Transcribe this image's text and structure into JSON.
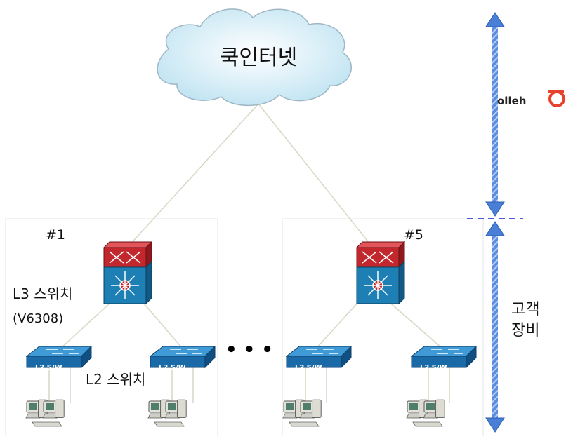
{
  "cloud": {
    "label": "쿡인터넷"
  },
  "brand": {
    "text": "olleh",
    "color": "#e8412c"
  },
  "sites": [
    {
      "id": "#1",
      "l3_label": "L3 스위치",
      "l3_model": "(V6308)",
      "l2_label": "L2 스위치"
    },
    {
      "id": "#5"
    }
  ],
  "l2_switch_text": "L2 S/W",
  "ellipsis": "• • •",
  "customer_label": [
    "고객",
    "장비"
  ],
  "colors": {
    "arrow": "#4a7fd8",
    "dash": "#3344cc",
    "link": "#d9d6c4",
    "l3_top": "#c1272d",
    "l3_body": "#1d7fb3",
    "l2": "#1a6aa8"
  }
}
